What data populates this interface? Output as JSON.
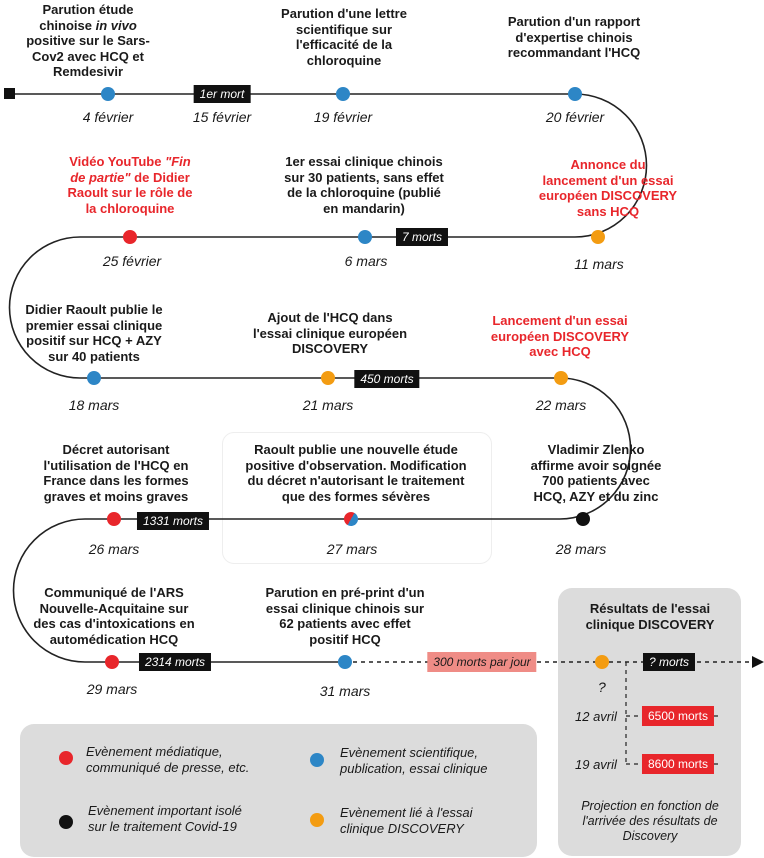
{
  "timeline": {
    "events": [
      {
        "id": "e1",
        "text": "Parution étude\nchinoise in vivo\npositive sur le Sars-\nCov2 avec HCQ et\nRemdesivir",
        "date": "4 février",
        "category": "scientific"
      },
      {
        "id": "e2",
        "text": "Parution d'une lettre\nscientifique sur\nl'efficacité de la\nchloroquine",
        "date": "19 février",
        "category": "scientific"
      },
      {
        "id": "e3",
        "text": "Parution d'un rapport\nd'expertise chinois\nrecommandant l'HCQ",
        "date": "20 février",
        "category": "scientific"
      },
      {
        "id": "e4",
        "text": "Vidéo YouTube \"Fin\nde partie\" de Didier\nRaoult sur le rôle de\nla chloroquine",
        "date": "25 février",
        "category": "media"
      },
      {
        "id": "e5",
        "text": "1er essai clinique chinois\nsur 30 patients, sans effet\nde la chloroquine (publié\nen mandarin)",
        "date": "6 mars",
        "category": "scientific"
      },
      {
        "id": "e6",
        "text": "Annonce du\nlancement d'un essai\neuropéen DISCOVERY\nsans HCQ",
        "date": "11 mars",
        "category": "discovery"
      },
      {
        "id": "e7",
        "text": "Didier Raoult publie le\npremier essai clinique\npositif sur HCQ + AZY\nsur 40 patients",
        "date": "18 mars",
        "category": "scientific"
      },
      {
        "id": "e8",
        "text": "Ajout de l'HCQ dans\nl'essai clinique européen\nDISCOVERY",
        "date": "21 mars",
        "category": "discovery"
      },
      {
        "id": "e9",
        "text": "Lancement d'un essai\neuropéen DISCOVERY\navec HCQ",
        "date": "22 mars",
        "category": "discovery"
      },
      {
        "id": "e10",
        "text": "Décret autorisant\nl'utilisation de l'HCQ en\nFrance dans les formes\ngraves et moins graves",
        "date": "26 mars",
        "category": "media"
      },
      {
        "id": "e11",
        "text": "Raoult publie une nouvelle étude\npositive d'observation. Modification\ndu décret n'autorisant le traitement\nque des formes sévères",
        "date": "27 mars",
        "category": "mixed"
      },
      {
        "id": "e12",
        "text": "Vladimir Zlenko\naffirme avoir soignée\n700 patients avec\nHCQ, AZY et du zinc",
        "date": "28 mars",
        "category": "isolated"
      },
      {
        "id": "e13",
        "text": "Communiqué de l'ARS\nNouvelle-Acquitaine sur\ndes cas d'intoxications en\nautomédication HCQ",
        "date": "29 mars",
        "category": "media"
      },
      {
        "id": "e14",
        "text": "Parution en pré-print d'un\nessai clinique chinois sur\n62 patients avec effet\npositif HCQ",
        "date": "31 mars",
        "category": "scientific"
      }
    ],
    "death_markers": [
      {
        "id": "d1",
        "label": "1er mort",
        "date": "15 février"
      },
      {
        "id": "d2",
        "label": "7 morts"
      },
      {
        "id": "d3",
        "label": "450 morts"
      },
      {
        "id": "d4",
        "label": "1331 morts"
      },
      {
        "id": "d5",
        "label": "2314 morts"
      },
      {
        "id": "d6",
        "label": "300 morts par jour"
      },
      {
        "id": "d7",
        "label": "? morts"
      }
    ],
    "next_event_date": "?"
  },
  "projection": {
    "title": "Résultats de l'essai\nclinique DISCOVERY",
    "points": [
      {
        "date": "12 avril",
        "deaths": "6500 morts"
      },
      {
        "date": "19 avril",
        "deaths": "8600 morts"
      }
    ],
    "note": "Projection en fonction de\nl'arrivée des résultats de\nDiscovery"
  },
  "legend": [
    {
      "category": "media",
      "label": "Evènement médiatique,\ncommuniqué de presse, etc.",
      "color": "#e8262b"
    },
    {
      "category": "scientific",
      "label": "Evènement scientifique,\npublication, essai clinique",
      "color": "#2d86c6"
    },
    {
      "category": "isolated",
      "label": "Evènement important isolé\nsur le traitement Covid-19",
      "color": "#111111"
    },
    {
      "category": "discovery",
      "label": "Evènement lié à l'essai\nclinique DISCOVERY",
      "color": "#f39c12"
    }
  ],
  "colors": {
    "media": "#e8262b",
    "scientific": "#2d86c6",
    "isolated": "#111111",
    "discovery": "#f39c12",
    "line": "#222222",
    "panel": "#dcdcdc",
    "badge_salmon": "#ef8c86"
  }
}
